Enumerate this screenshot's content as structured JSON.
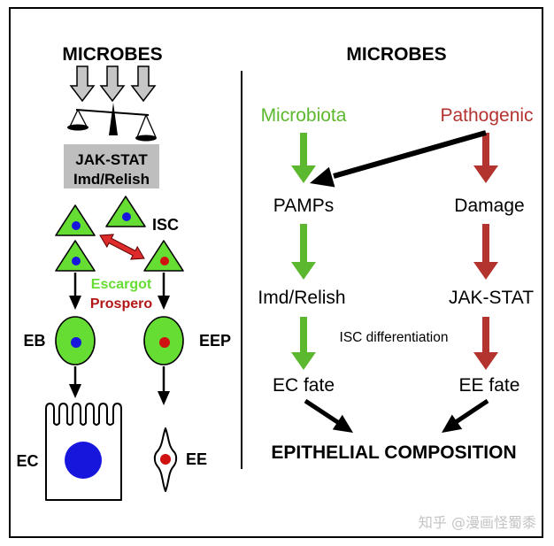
{
  "left_panel": {
    "title": "MICROBES",
    "signaling_box": {
      "line1": "JAK-STAT",
      "line2": "Imd/Relish"
    },
    "isc_label": "ISC",
    "escargot_label": "Escargot",
    "prospero_label": "Prospero",
    "eb_label": "EB",
    "eep_label": "EEP",
    "ec_label": "EC",
    "ee_label": "EE",
    "icons": [
      "gray-down-arrow-icon",
      "balance-scale-icon",
      "stem-cell-triangle-icon",
      "double-headed-arrow-icon",
      "enterocyte-cell-icon",
      "enteroendocrine-cell-icon"
    ]
  },
  "right_panel": {
    "title": "MICROBES",
    "microbiota": "Microbiota",
    "pathogenic": "Pathogenic",
    "pamps": "PAMPs",
    "damage": "Damage",
    "imd_relish": "Imd/Relish",
    "jak_stat": "JAK-STAT",
    "isc_differentiation": "ISC differentiation",
    "ec_fate": "EC fate",
    "ee_fate": "EE fate",
    "epithelial_composition": "EPITHELIAL COMPOSITION"
  },
  "watermark": "知乎 @漫画怪蜀黍",
  "colors": {
    "microbiota_green": "#5cb82e",
    "pathogenic_red": "#b3332f",
    "cell_green": "#66dd33",
    "nucleus_blue": "#1616dd",
    "nucleus_red": "#d01111",
    "box_gray": "#bebebe",
    "arrow_gray": "#c6c6c6",
    "isc_arrow_red": "#dd2a2a",
    "escargot_green": "#66dd33",
    "prospero_red": "#b21616",
    "watermark_gray": "#c4c4c4"
  }
}
